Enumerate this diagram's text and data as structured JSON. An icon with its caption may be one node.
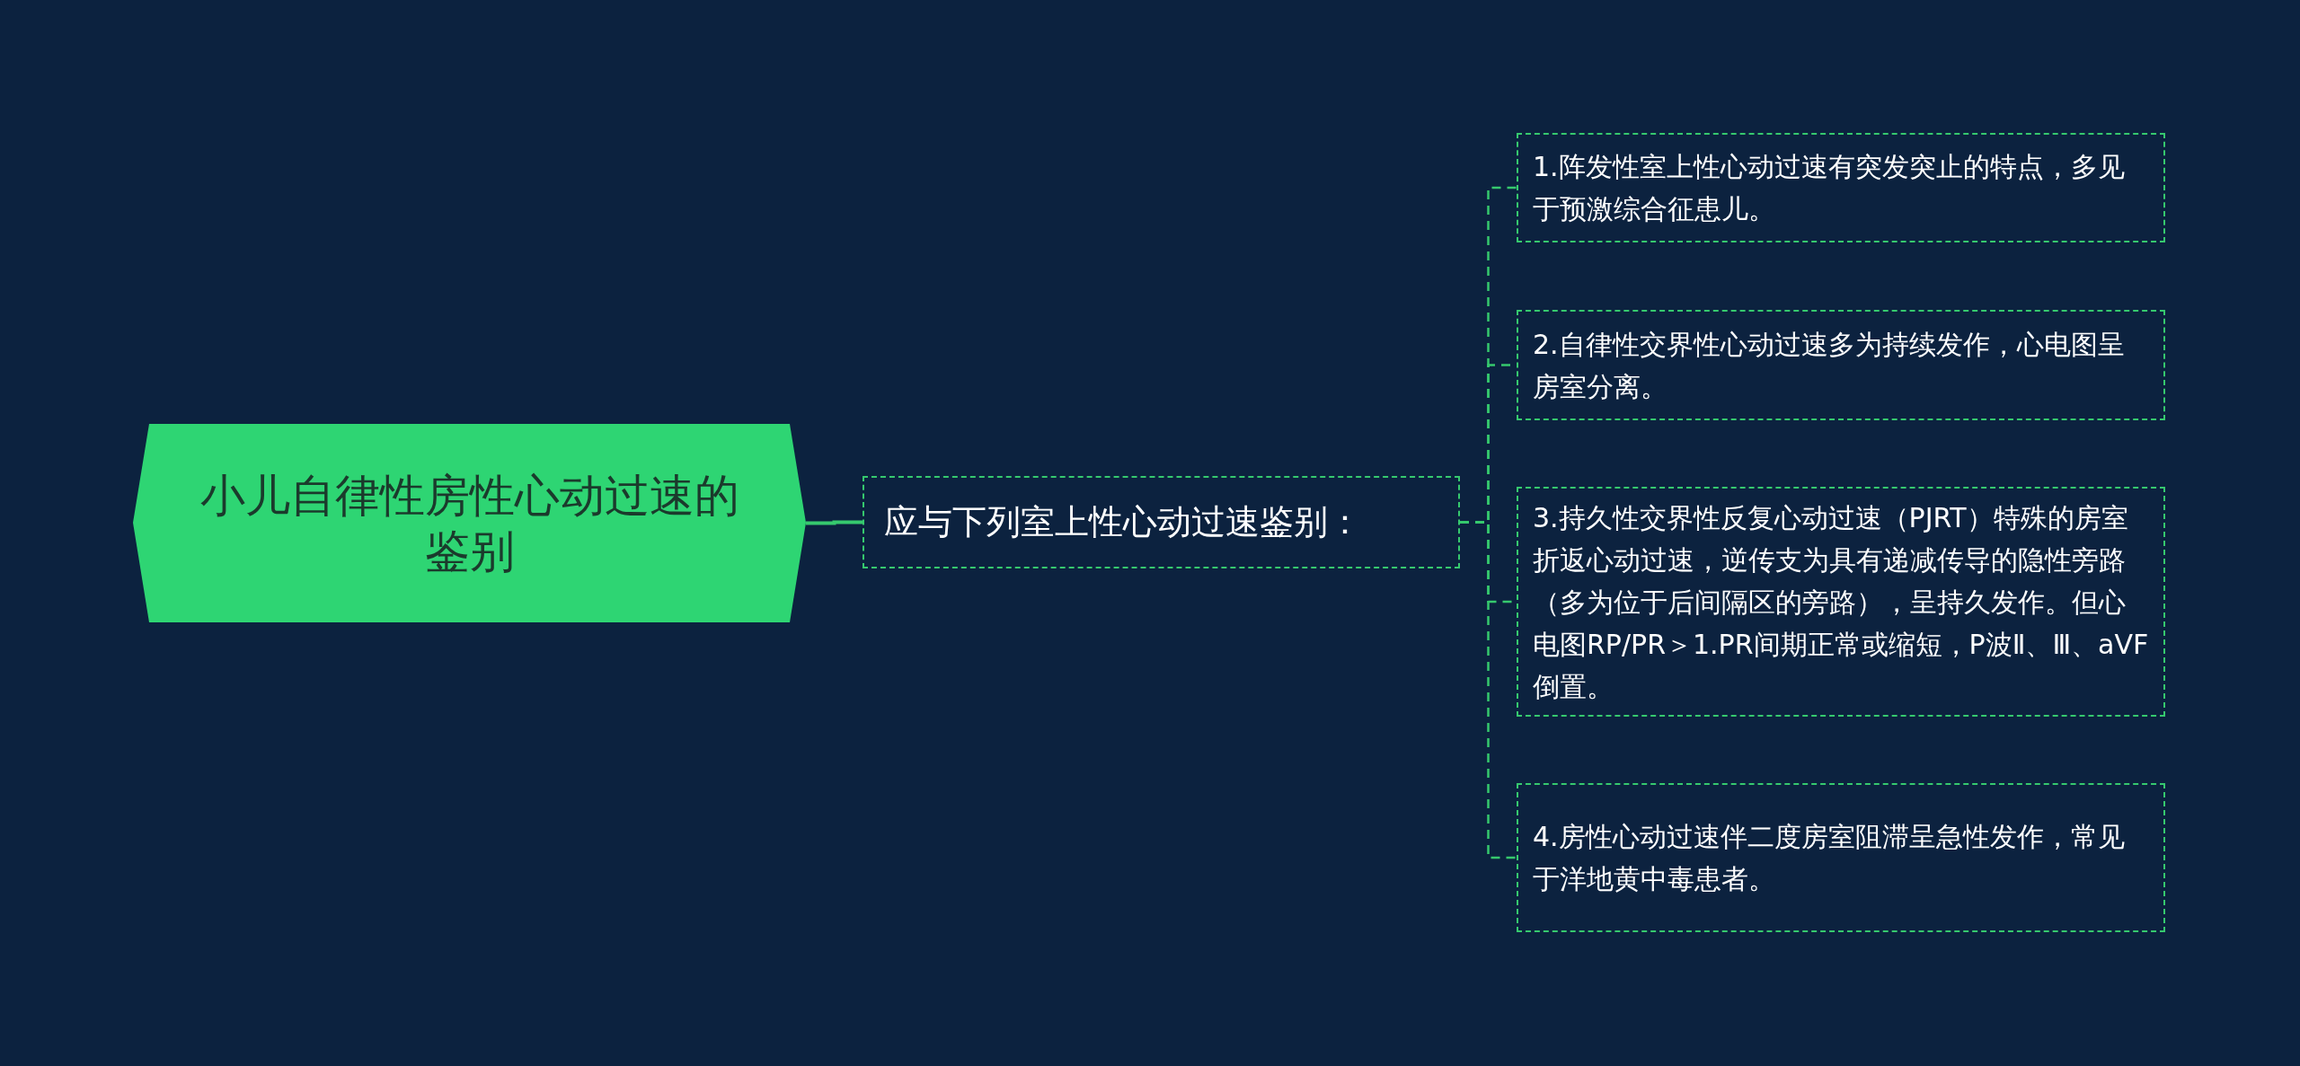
{
  "diagram": {
    "nodes": [
      {
        "text": [
          "小儿自律性房性心动过速的鉴别"
        ]
      },
      {
        "text": [
          "应与下列室上性心动过速鉴别："
        ]
      },
      {
        "text": [
          "1.阵发性室上性心动过速有突发突止的特点，多见于预激综合征患儿。"
        ]
      },
      {
        "text": [
          "2.自律性交界性心动过速多为持续发作，心电图呈房室分离。"
        ]
      },
      {
        "text": [
          "3.持久性交界性反复心动过速（PJRT）特殊的房室折返心动过速，逆传支为具有递减传导的隐性旁路（多为位于后间隔区的旁路），呈持久发作。但心电图RP/PR＞1.PR间期正常或缩短，P波Ⅱ、Ⅲ、aVF倒置。"
        ]
      },
      {
        "text": [
          "4.房性心动过速伴二度房室阻滞呈急性发作，常见于洋地黄中毒患者。"
        ]
      }
    ],
    "edges": [
      {
        "from": 0,
        "to": 1,
        "arrow": "none"
      },
      {
        "from": 1,
        "to": 2,
        "arrow": "none",
        "style": "dashed"
      },
      {
        "from": 1,
        "to": 3,
        "arrow": "none",
        "style": "dashed"
      },
      {
        "from": 1,
        "to": 4,
        "arrow": "none",
        "style": "dashed"
      },
      {
        "from": 1,
        "to": 5,
        "arrow": "none",
        "style": "dashed"
      }
    ]
  }
}
